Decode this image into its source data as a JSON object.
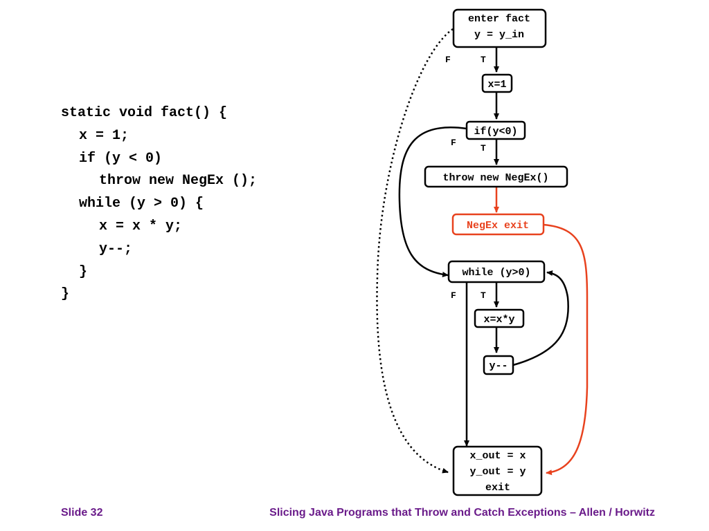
{
  "code": {
    "lines": [
      "static void fact() {",
      "x = 1;",
      "if (y < 0)",
      "throw new NegEx ();",
      "while (y > 0) {",
      "x = x * y;",
      "y--;",
      "}",
      "}"
    ]
  },
  "cfg": {
    "nodes": {
      "enter": [
        "enter fact",
        "y = y_in"
      ],
      "x1": "x=1",
      "if": "if(y<0)",
      "throw": "throw new NegEx()",
      "negex_exit": "NegEx exit",
      "while": "while (y>0)",
      "xmul": "x=x*y",
      "ydec": "y--",
      "exit": [
        "x_out = x",
        "y_out = y",
        "exit"
      ]
    },
    "edge_labels": {
      "enter_f": "F",
      "enter_t": "T",
      "if_f": "F",
      "if_t": "T",
      "while_f": "F",
      "while_t": "T"
    },
    "colors": {
      "normal": "#000000",
      "exception": "#e8421e"
    }
  },
  "footer": {
    "slide": "Slide 32",
    "title": "Slicing Java Programs that Throw and Catch Exceptions – Allen / Horwitz"
  }
}
